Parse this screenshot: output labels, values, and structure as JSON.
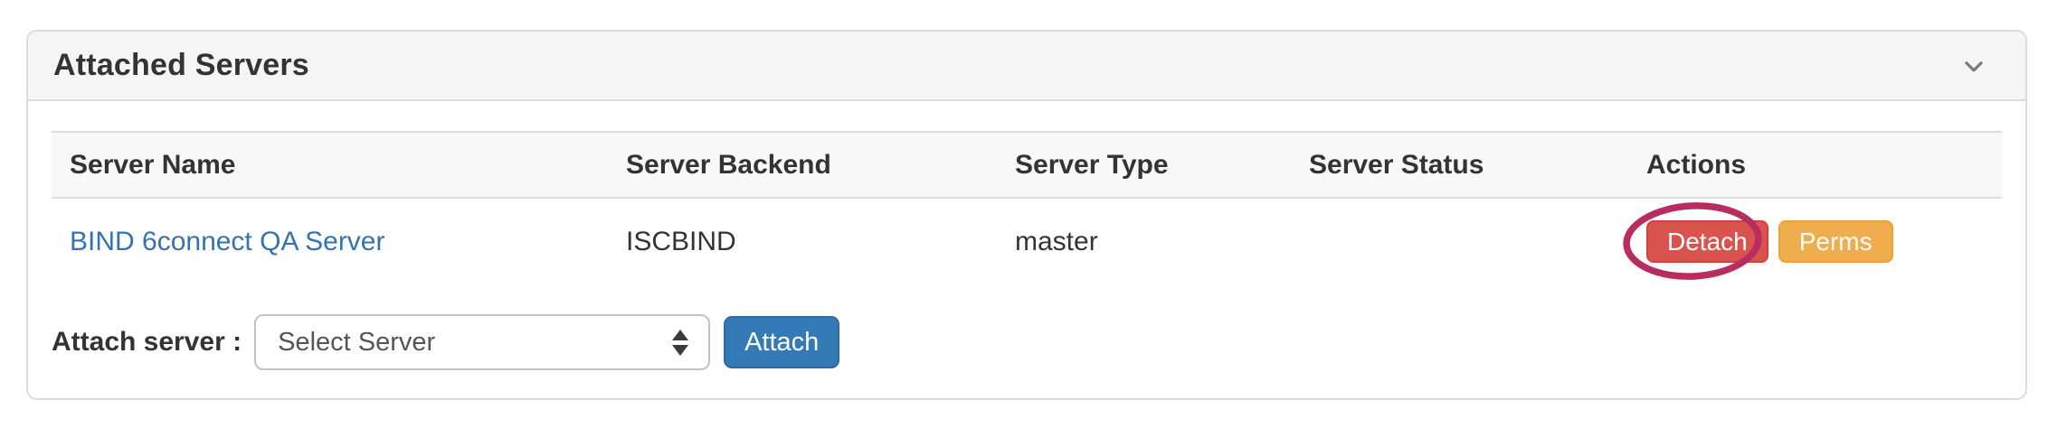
{
  "panel": {
    "title": "Attached Servers",
    "collapse_icon": "chevron-down-icon"
  },
  "table": {
    "columns": [
      "Server Name",
      "Server Backend",
      "Server Type",
      "Server Status",
      "Actions"
    ],
    "rows": [
      {
        "name": "BIND 6connect QA Server",
        "backend": "ISCBIND",
        "type": "master",
        "status": "",
        "actions": [
          {
            "label": "Detach",
            "style": "danger",
            "annotated": true
          },
          {
            "label": "Perms",
            "style": "warning",
            "annotated": false
          }
        ]
      }
    ]
  },
  "attach_form": {
    "label": "Attach server :",
    "select_value": "Select Server",
    "button_label": "Attach"
  },
  "colors": {
    "danger": "#d9534f",
    "warning": "#f0ad4e",
    "primary": "#337ab7",
    "link": "#3572b0",
    "annotation": "#b72d60",
    "heading_bg": "#f5f5f5",
    "table_head_bg": "#f8f8f8"
  },
  "annotation": {
    "shape": "ellipse",
    "target": "detach-button"
  }
}
